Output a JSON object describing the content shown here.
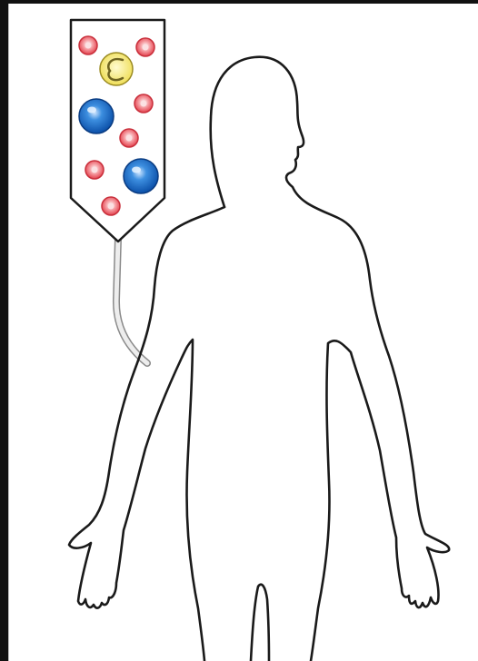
{
  "figure": {
    "icons": [
      "human-body-outline",
      "blood-cell-bag",
      "iv-tube"
    ],
    "cells": [
      {
        "type": "red-blood-cell",
        "color": "#e8505a"
      },
      {
        "type": "platelet-cell",
        "color": "#f0e060"
      },
      {
        "type": "white-blood-cell",
        "color": "#1565c0"
      }
    ],
    "colors": {
      "outline": "#1a1a1a",
      "bag_fill": "#ffffff",
      "tube": "#d9d9d9",
      "red_cell": "#e8505a",
      "yellow_cell": "#f2e463",
      "blue_cell": "#1e6fc4"
    }
  }
}
